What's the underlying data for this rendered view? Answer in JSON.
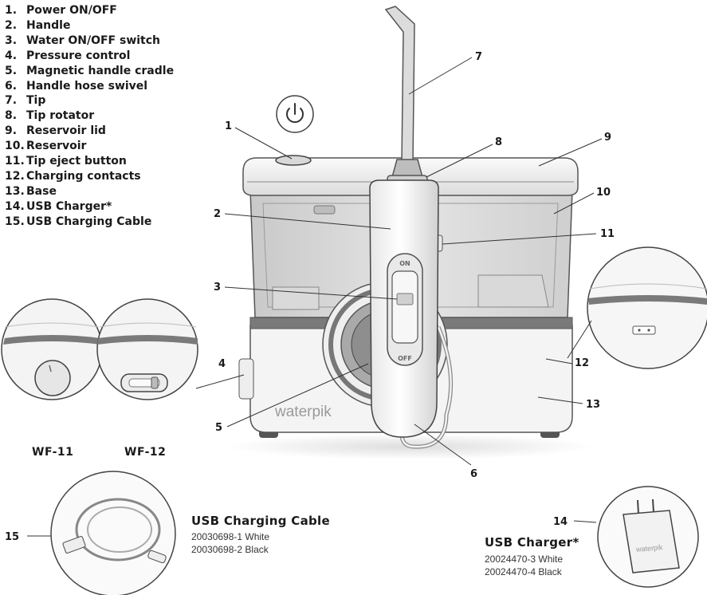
{
  "parts": [
    {
      "num": "1.",
      "label": "Power ON/OFF"
    },
    {
      "num": "2.",
      "label": "Handle"
    },
    {
      "num": "3.",
      "label": "Water ON/OFF switch"
    },
    {
      "num": "4.",
      "label": "Pressure control"
    },
    {
      "num": "5.",
      "label": "Magnetic handle cradle"
    },
    {
      "num": "6.",
      "label": "Handle hose swivel"
    },
    {
      "num": "7.",
      "label": "Tip"
    },
    {
      "num": "8.",
      "label": "Tip rotator"
    },
    {
      "num": "9.",
      "label": "Reservoir lid"
    },
    {
      "num": "10.",
      "label": "Reservoir"
    },
    {
      "num": "11.",
      "label": "Tip eject button"
    },
    {
      "num": "12.",
      "label": "Charging contacts"
    },
    {
      "num": "13.",
      "label": "Base"
    },
    {
      "num": "14.",
      "label": "USB Charger*"
    },
    {
      "num": "15.",
      "label": "USB Charging Cable"
    }
  ],
  "callouts": {
    "c1": "1",
    "c2": "2",
    "c3": "3",
    "c4": "4",
    "c5": "5",
    "c6": "6",
    "c7": "7",
    "c8": "8",
    "c9": "9",
    "c10": "10",
    "c11": "11",
    "c12": "12",
    "c13": "13",
    "c14": "14",
    "c15": "15"
  },
  "unit": {
    "brand": "waterpik",
    "switch_on": "ON",
    "switch_off": "OFF"
  },
  "models": {
    "wf11": "WF-11",
    "wf12": "WF-12"
  },
  "cable": {
    "title": "USB Charging Cable",
    "line1": "20030698-1 White",
    "line2": "20030698-2 Black"
  },
  "charger": {
    "title": "USB Charger*",
    "line1": "20024470-3 White",
    "line2": "20024470-4 Black",
    "brand": "waterpik"
  }
}
